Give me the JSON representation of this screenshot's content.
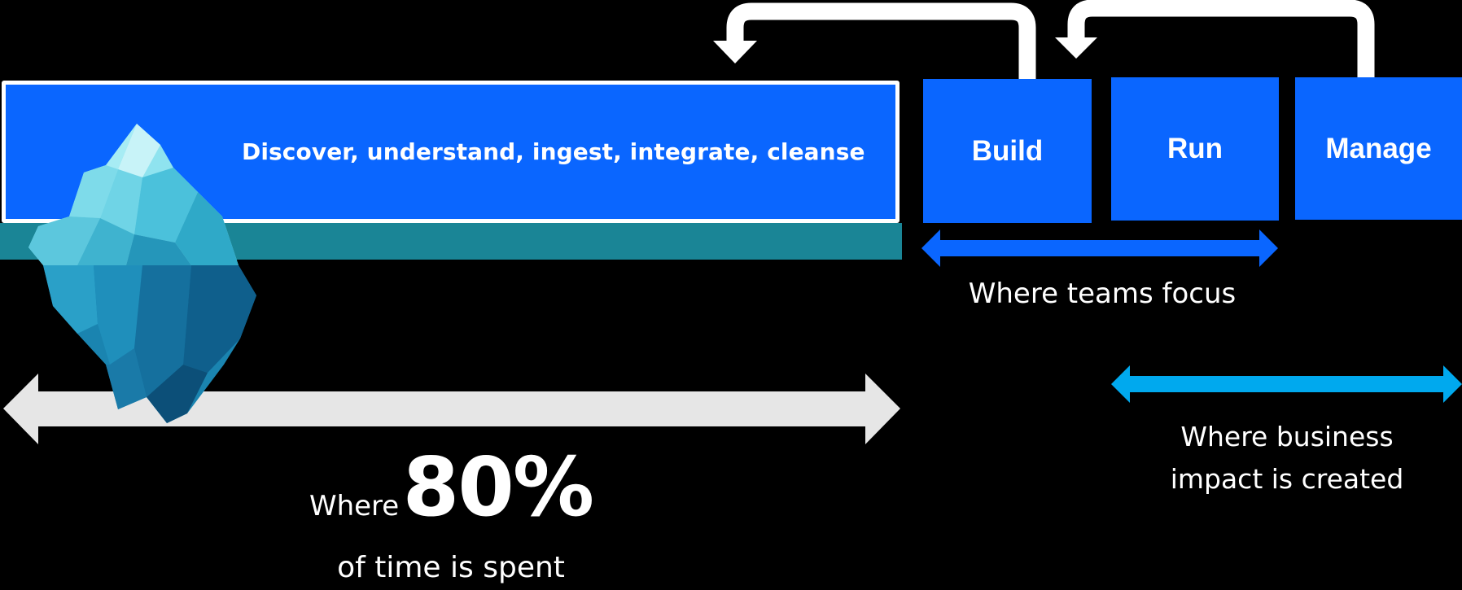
{
  "diagram": {
    "wide_box_label": "Discover, understand, ingest, integrate, cleanse",
    "stages": [
      {
        "label": "Build"
      },
      {
        "label": "Run"
      },
      {
        "label": "Manage"
      }
    ],
    "teams_focus_caption": "Where teams focus",
    "business_impact_caption_line1": "Where business",
    "business_impact_caption_line2": "impact is created",
    "time_caption_prefix": "Where",
    "time_caption_percent": "80%",
    "time_caption_suffix": "of time is spent"
  },
  "colors": {
    "background": "#000000",
    "box_blue": "#0a66ff",
    "teal_band": "#1a8596",
    "teams_arrow": "#0a66ff",
    "impact_arrow": "#00a9ee",
    "time_arrow": "#e6e6e6",
    "loop_arrows": "#ffffff"
  },
  "icons": [
    "iceberg-icon"
  ]
}
